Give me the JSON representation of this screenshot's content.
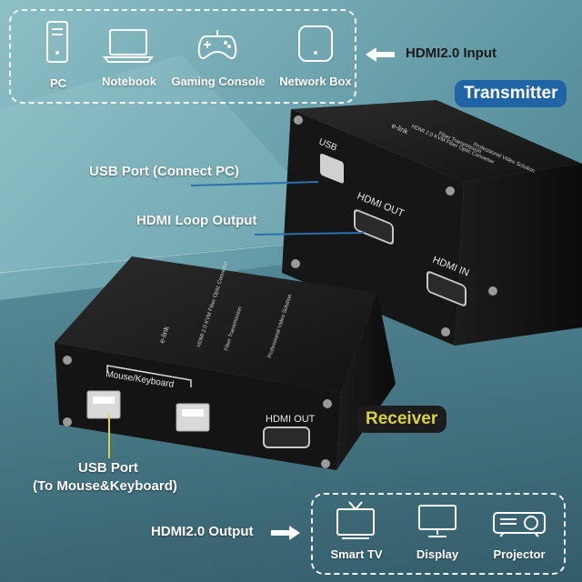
{
  "sources": {
    "items": [
      {
        "label": "PC",
        "icon": "pc-icon"
      },
      {
        "label": "Notebook",
        "icon": "notebook-icon"
      },
      {
        "label": "Gaming Console",
        "icon": "gamepad-icon"
      },
      {
        "label": "Network Box",
        "icon": "network-box-icon"
      }
    ],
    "input_label": "HDMI2.0 Input"
  },
  "transmitter": {
    "badge": "Transmitter",
    "usb_port": "USB",
    "hdmi_out_port": "HDMI OUT",
    "hdmi_in_port": "HDMI IN",
    "brand": "e-link",
    "model_line1": "HDMI 2.0 KVM Fiber Optic Converter",
    "model_line2": "Fiber Transmission",
    "model_line3": "Professional Video Solution"
  },
  "receiver": {
    "badge": "Receiver",
    "mk_label": "Mouse/Keyboard",
    "hdmi_out_port": "HDMI OUT",
    "brand": "e-link",
    "model_line1": "HDMI 2.0 KVM Fiber Optic Converter",
    "model_line2": "Fiber Transmission",
    "model_line3": "Professional Video Solution"
  },
  "callouts": {
    "usb_pc": "USB Port (Connect PC)",
    "hdmi_loop": "HDMI Loop Output",
    "usb_mk_line1": "USB Port",
    "usb_mk_line2": "(To Mouse&Keyboard)"
  },
  "outputs": {
    "label": "HDMI2.0 Output",
    "items": [
      {
        "label": "Smart TV",
        "icon": "tv-icon"
      },
      {
        "label": "Display",
        "icon": "monitor-icon"
      },
      {
        "label": "Projector",
        "icon": "projector-icon"
      }
    ]
  },
  "colors": {
    "transmitter_badge": "#1f64a6",
    "receiver_badge_text": "#d9d43a",
    "device_body": "#1a1a1a"
  }
}
